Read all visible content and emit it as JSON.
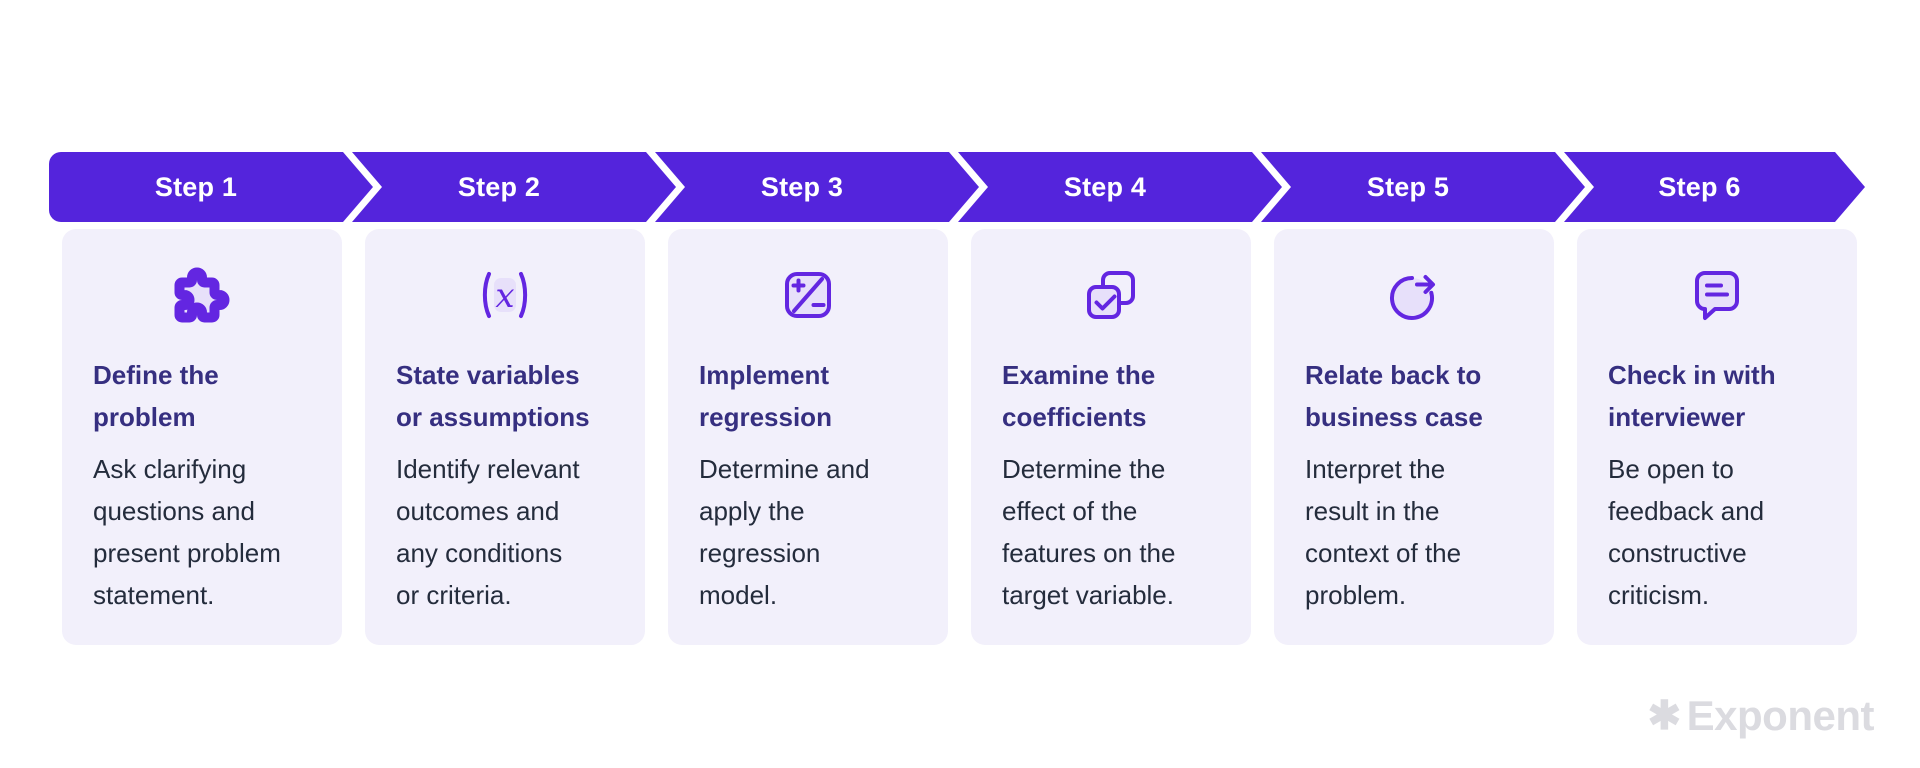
{
  "colors": {
    "banner_purple": "#5424DC",
    "card_bg": "#F2F0FB",
    "icon_stroke": "#6326E1",
    "icon_fill": "#E7E0FA",
    "title_color": "#362F80",
    "body_color": "#242C3C",
    "logo_color": "#DBDBE0"
  },
  "steps": [
    {
      "label": "Step 1",
      "icon": "puzzle-icon",
      "title": "Define the\nproblem",
      "description": "Ask clarifying\nquestions and\npresent problem\nstatement."
    },
    {
      "label": "Step 2",
      "icon": "variable-x-icon",
      "title": "State variables\nor assumptions",
      "description": "Identify relevant\noutcomes and\nany conditions\nor criteria."
    },
    {
      "label": "Step 3",
      "icon": "plus-minus-icon",
      "title": "Implement\nregression",
      "description": "Determine and\napply the\nregression\nmodel."
    },
    {
      "label": "Step 4",
      "icon": "checkbox-copy-icon",
      "title": "Examine the\ncoefficients",
      "description": "Determine the\neffect of the\nfeatures on the\ntarget variable."
    },
    {
      "label": "Step 5",
      "icon": "rotate-clockwise-icon",
      "title": "Relate back to\nbusiness case",
      "description": "Interpret the\nresult in the\ncontext of the\nproblem."
    },
    {
      "label": "Step 6",
      "icon": "speech-bubble-icon",
      "title": "Check in with\ninterviewer",
      "description": "Be open to\nfeedback and\nconstructive\ncriticism."
    }
  ],
  "logo": {
    "mark": "✱",
    "text": "Exponent"
  }
}
